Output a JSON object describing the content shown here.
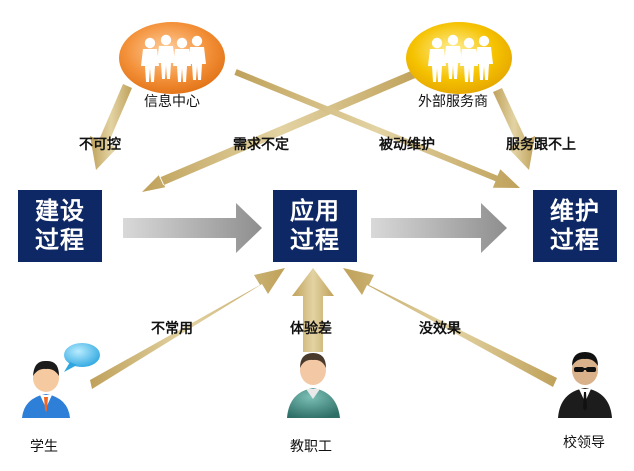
{
  "actors": {
    "info_center": "信息中心",
    "vendor": "外部服务商",
    "student": "学生",
    "staff": "教职工",
    "leader": "校领导"
  },
  "process_boxes": {
    "build": [
      "建设",
      "过程"
    ],
    "apply": [
      "应用",
      "过程"
    ],
    "maintain": [
      "维护",
      "过程"
    ]
  },
  "arrow_labels": {
    "uncontrollable": "不可控",
    "unstable_needs": "需求不定",
    "passive_maintenance": "被动维护",
    "service_lag": "服务跟不上",
    "rarely_used": "不常用",
    "poor_experience": "体验差",
    "no_effect": "没效果"
  },
  "colors": {
    "box_fill": "#0e2765",
    "arrow_gold": "#c7a95f",
    "flow_arrow_gray": "#9a9a9a",
    "info_center_ellipse": "#f08a2e",
    "vendor_ellipse": "#f3b400"
  },
  "icons": {
    "people_group": "people-group-icon",
    "student": "student-icon",
    "staff": "staff-icon",
    "leader": "leader-icon",
    "speech_bubble": "speech-bubble-icon"
  }
}
